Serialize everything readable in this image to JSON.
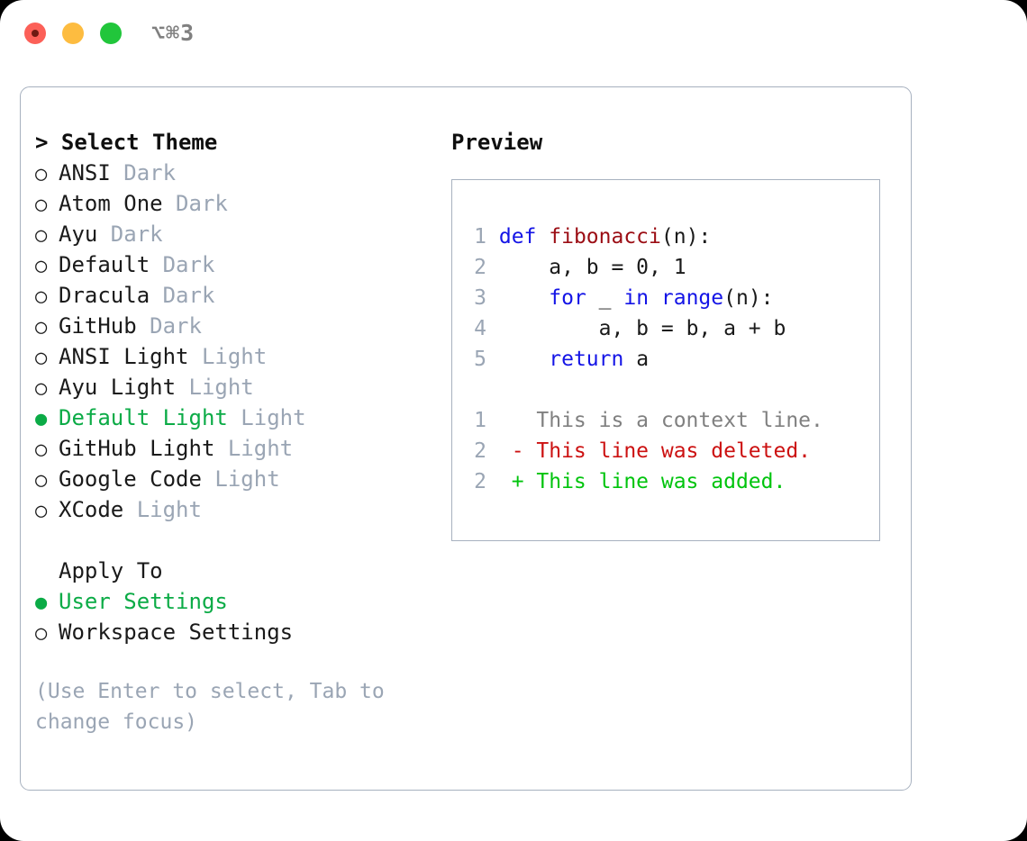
{
  "window": {
    "shortcut": "⌥⌘3",
    "traffic_lights": [
      {
        "name": "close",
        "color": "#fc6058"
      },
      {
        "name": "minimize",
        "color": "#fdbc40"
      },
      {
        "name": "maximize",
        "color": "#21c63b"
      }
    ]
  },
  "theme_picker": {
    "header": "Select Theme",
    "caret": "> ",
    "selected_color": "#0bab46",
    "tag_color": "#9aa5b4",
    "bullet_selected": "●",
    "bullet_unselected": "○",
    "items": [
      {
        "label": "ANSI",
        "tag": "Dark",
        "selected": false
      },
      {
        "label": "Atom One",
        "tag": "Dark",
        "selected": false
      },
      {
        "label": "Ayu",
        "tag": "Dark",
        "selected": false
      },
      {
        "label": "Default",
        "tag": "Dark",
        "selected": false
      },
      {
        "label": "Dracula",
        "tag": "Dark",
        "selected": false
      },
      {
        "label": "GitHub",
        "tag": "Dark",
        "selected": false
      },
      {
        "label": "ANSI Light",
        "tag": "Light",
        "selected": false
      },
      {
        "label": "Ayu Light",
        "tag": "Light",
        "selected": false
      },
      {
        "label": "Default Light",
        "tag": "Light",
        "selected": true
      },
      {
        "label": "GitHub Light",
        "tag": "Light",
        "selected": false
      },
      {
        "label": "Google Code",
        "tag": "Light",
        "selected": false
      },
      {
        "label": "XCode",
        "tag": "Light",
        "selected": false
      }
    ]
  },
  "apply_to": {
    "header": "Apply To",
    "items": [
      {
        "label": "User Settings",
        "selected": true
      },
      {
        "label": "Workspace Settings",
        "selected": false
      }
    ]
  },
  "hint": "(Use Enter to select, Tab to change focus)",
  "preview": {
    "title": "Preview",
    "code_lines": [
      {
        "num": "1",
        "tokens": [
          {
            "t": "def ",
            "c": "kw"
          },
          {
            "t": "fibonacci",
            "c": "fn"
          },
          {
            "t": "(n):",
            "c": "pl"
          }
        ]
      },
      {
        "num": "2",
        "tokens": [
          {
            "t": "    a, b = 0, 1",
            "c": "pl"
          }
        ]
      },
      {
        "num": "3",
        "tokens": [
          {
            "t": "    for ",
            "c": "kw"
          },
          {
            "t": "_ ",
            "c": "pl"
          },
          {
            "t": "in ",
            "c": "kw"
          },
          {
            "t": "range",
            "c": "kw"
          },
          {
            "t": "(n):",
            "c": "pl"
          }
        ]
      },
      {
        "num": "4",
        "tokens": [
          {
            "t": "        a, b = b, a + b",
            "c": "pl"
          }
        ]
      },
      {
        "num": "5",
        "tokens": [
          {
            "t": "    return ",
            "c": "kw"
          },
          {
            "t": "a",
            "c": "pl"
          }
        ]
      }
    ],
    "diff_lines": [
      {
        "num": "1",
        "marker": "  ",
        "text": "This is a context line.",
        "kind": "ctx"
      },
      {
        "num": "2",
        "marker": "- ",
        "text": "This line was deleted.",
        "kind": "del"
      },
      {
        "num": "2",
        "marker": "+ ",
        "text": "This line was added.",
        "kind": "add"
      }
    ]
  }
}
